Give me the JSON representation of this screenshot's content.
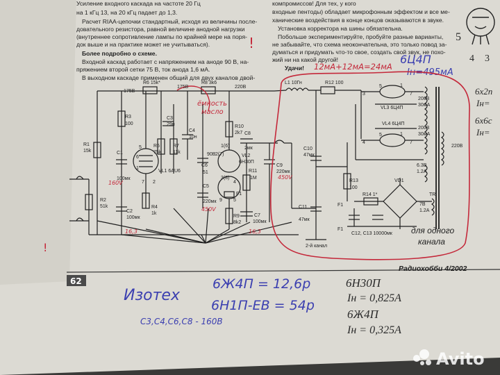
{
  "colors": {
    "paper": "#dcdad3",
    "ink": "#222222",
    "blue_pen": "#3b3fb0",
    "red_pen": "#c4283a",
    "background": "#3a3a38"
  },
  "article_left": [
    "Усиление входного каскада на частоте 20 Гц",
    "на 1 кГц 13, на 20 кГц падает до 1,3.",
    "Расчет RIAA-цепочки стандартный, исходя из величины после-",
    "довательного резистора, равной величине анодной нагрузки",
    "(внутреннее сопротивление лампы по крайней мере на поря-",
    "док выше и на практике может не учитываться).",
    "Более подробно о схеме.",
    "Входной каскад работает с напряжением на аноде 90 В, на-",
    "пряжением второй сетки 75 В, ток анода 1,6 мА.",
    "В выходном каскаде применен общий для двух каналов двой-"
  ],
  "article_right": [
    "компромиссов! Для тех, у кого",
    "входные пентоды) обладает микрофонным эффектом и все ме-",
    "ханические воздействия в конце концов оказываются в звуке.",
    "Установка корректора на шины обязательна.",
    "Побольше экспериментируйте, пробуйте разные варианты,",
    "не забывайте, что схема неокончательна, это только повод за-",
    "думаться и придумать что-то свое, создать свой звук, не похо-",
    "жий ни на какой другой!",
    "Удачи!"
  ],
  "footer": {
    "page_number": "62",
    "magazine": "Радиохобби 4/2002"
  },
  "schematic_labels": {
    "r6": "R6 15k*",
    "r8": "R8 3k6",
    "r12": "R12 100",
    "l1": "L1 10Гн",
    "v175a": "175В",
    "v175b": "175В",
    "v220": "220В",
    "v90": "90В",
    "r3": "R3",
    "r3v": "100",
    "c3": "C3",
    "c3v": "29н",
    "c4": "C4",
    "c4v": "10н",
    "r1": "R1",
    "r1v": "15k",
    "c1": "C1",
    "c1v": "100мк",
    "r5": "R5",
    "r5v": "75k",
    "r7": "R7",
    "r7v": "11k",
    "vl1": "VL1 6AU6",
    "r2": "R2",
    "r2v": "51k",
    "c2": "C2",
    "c2v": "100мк",
    "r4": "R4",
    "r4v": "1k",
    "r10": "R10",
    "r10v": "2k7",
    "c8": "C8",
    "c8v": "2мк",
    "c6": "C6",
    "c6v": "51",
    "vl2": "VL2",
    "vl2t": "6Н30П",
    "r11": "R11",
    "r11v": "1M",
    "c9": "C9",
    "c9v": "220мк",
    "c5": "C5",
    "c5v": "220мк",
    "r9": "R9",
    "r9v": "8k2",
    "c7": "C7",
    "c7v": "100мк",
    "f1a": "F1",
    "c10": "C10",
    "c10v": "47мк",
    "c11": "C11",
    "c11v": "47мк",
    "r13": "R13",
    "r13v": "100",
    "vl3": "VL3 6Ц4П",
    "vl4": "VL4 6Ц4П",
    "w200a": "200В",
    "w200av": "30мА",
    "w200b": "200В",
    "w200bv": "30мА",
    "w63": "6.3В",
    "w63v": "1.2А",
    "w220": "220В",
    "vd1": "VD1",
    "r14": "R14 1*",
    "f1b": "F1",
    "tr": "TR",
    "w7b": "7В",
    "w7bv": "1.2А",
    "f1c": "F1",
    "c1213": "C12, C13 10000мк",
    "ch2": "2-й канал",
    "p1": "1",
    "p2": "2",
    "p3": "3",
    "p4": "4",
    "p5": "5",
    "p6": "6",
    "p7": "7",
    "p8": "8",
    "p9": "9",
    "p1_6": "1(6)",
    "p2_7": "2(7)",
    "p3_8": "3(8)"
  },
  "handwriting": {
    "top_sum": "12мА+12мА=24мА",
    "tube_top_right": "6Ц4П",
    "tube_current": "Iн=495мА",
    "right_edge_1": "6х2п",
    "right_edge_2": "Iн=",
    "right_edge_3": "6х6с",
    "right_edge_4": "Iн=",
    "elco_note": "ёмкость",
    "elco_note2": "масло",
    "left_margin_1": "!",
    "per_channel_1": "для одного",
    "per_channel_2": "канала",
    "red_1": "16,3",
    "red_2": "450V",
    "red_3": "450V",
    "red_4": "16,3",
    "red_5": "160V",
    "izotech": "Изотех",
    "price_1": "6Ж4П = 12,6р",
    "price_2": "6Н1П-ЕВ = 54р",
    "caps_note": "С3,С4,С6,С8 - 160В",
    "tube_a": "6Н30П",
    "cur_a": "Iн = 0,825А",
    "tube_b": "6Ж4П",
    "cur_b": "Iн = 0,325А",
    "pin_4": "4",
    "pin_3": "3",
    "pin_5": "5"
  },
  "watermark": "Avito"
}
